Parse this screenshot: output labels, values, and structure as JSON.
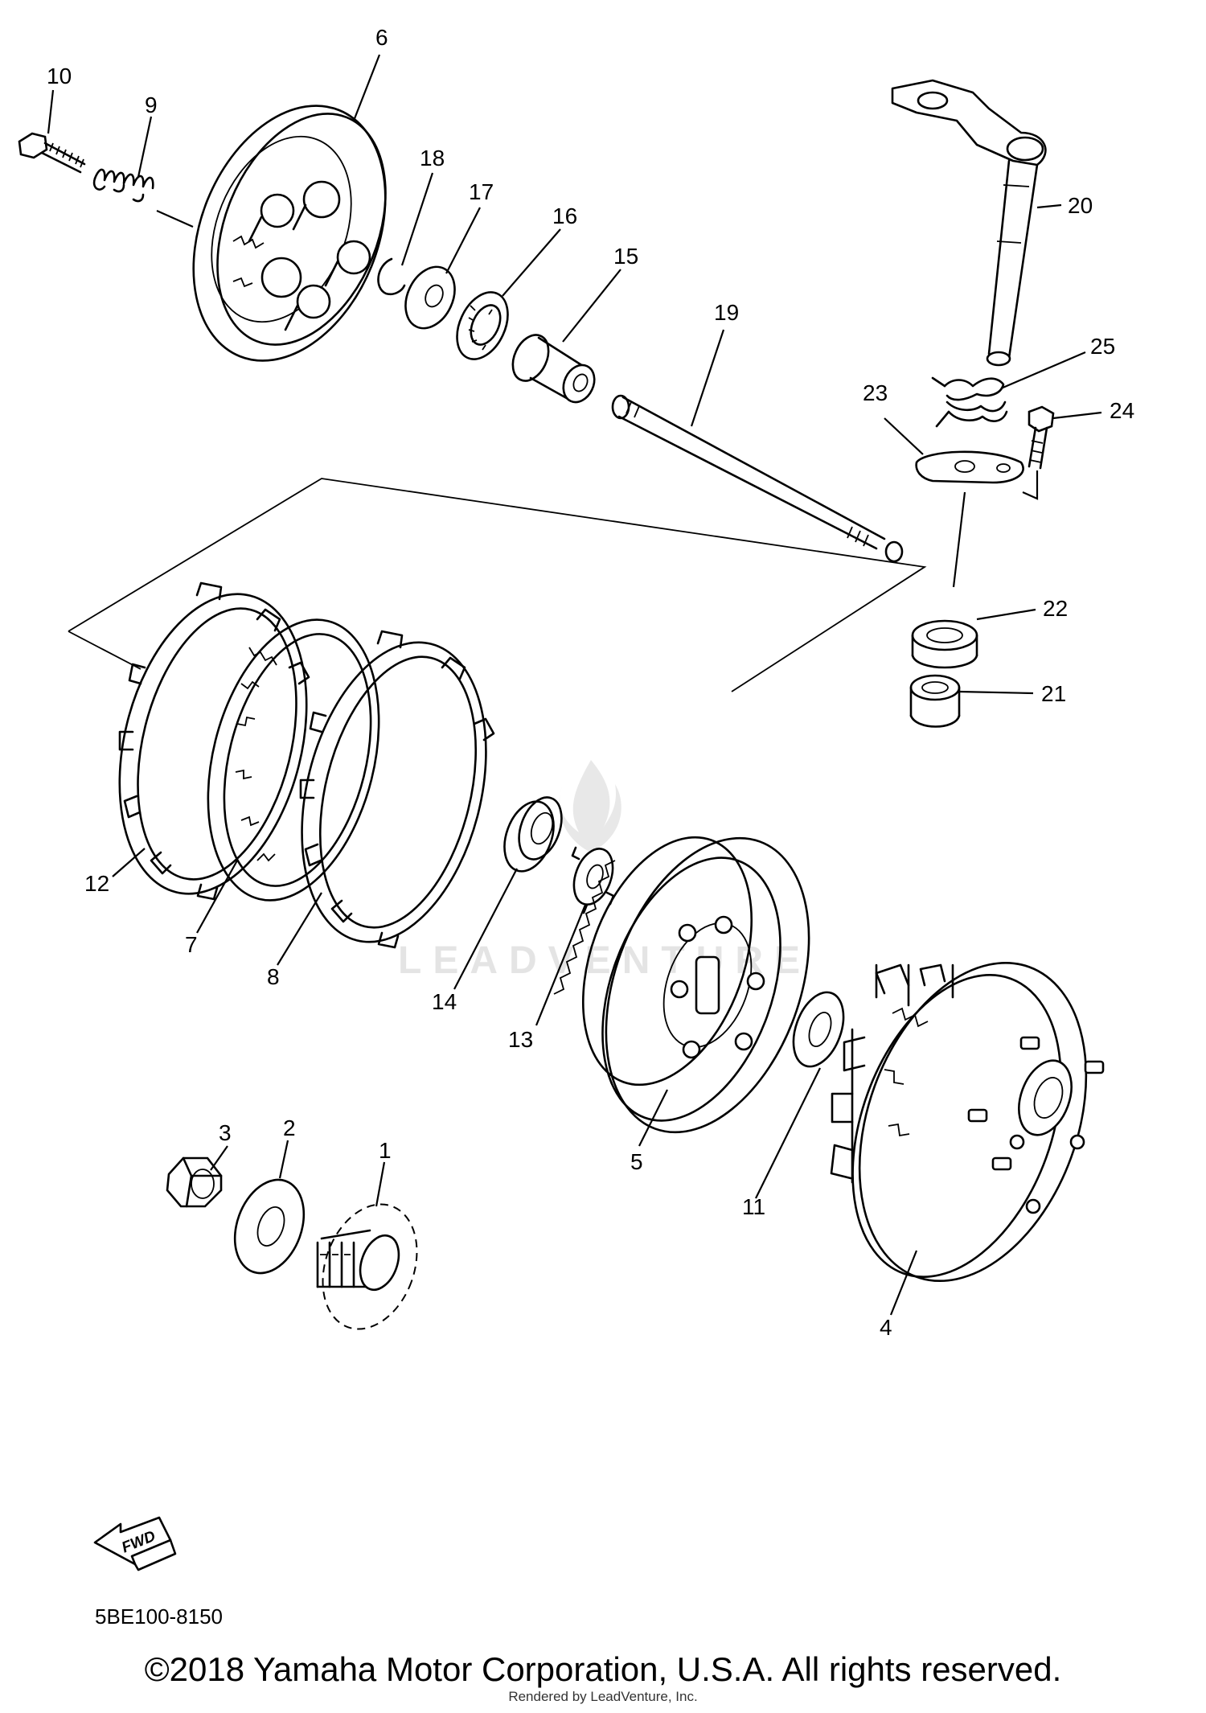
{
  "diagram": {
    "code": "5BE100-8150",
    "fwd_label": "FWD",
    "watermark": "LEADVENTURE",
    "callouts": [
      {
        "id": "1",
        "label": "1"
      },
      {
        "id": "2",
        "label": "2"
      },
      {
        "id": "3",
        "label": "3"
      },
      {
        "id": "4",
        "label": "4"
      },
      {
        "id": "5",
        "label": "5"
      },
      {
        "id": "6",
        "label": "6"
      },
      {
        "id": "7",
        "label": "7"
      },
      {
        "id": "8",
        "label": "8"
      },
      {
        "id": "9",
        "label": "9"
      },
      {
        "id": "10",
        "label": "10"
      },
      {
        "id": "11",
        "label": "11"
      },
      {
        "id": "12",
        "label": "12"
      },
      {
        "id": "13",
        "label": "13"
      },
      {
        "id": "14",
        "label": "14"
      },
      {
        "id": "15",
        "label": "15"
      },
      {
        "id": "16",
        "label": "16"
      },
      {
        "id": "17",
        "label": "17"
      },
      {
        "id": "18",
        "label": "18"
      },
      {
        "id": "19",
        "label": "19"
      },
      {
        "id": "20",
        "label": "20"
      },
      {
        "id": "21",
        "label": "21"
      },
      {
        "id": "22",
        "label": "22"
      },
      {
        "id": "23",
        "label": "23"
      },
      {
        "id": "24",
        "label": "24"
      },
      {
        "id": "25",
        "label": "25"
      }
    ]
  },
  "footer": {
    "copyright": "©2018 Yamaha Motor Corporation, U.S.A. All rights reserved.",
    "rendered_by": "Rendered by LeadVenture, Inc."
  }
}
